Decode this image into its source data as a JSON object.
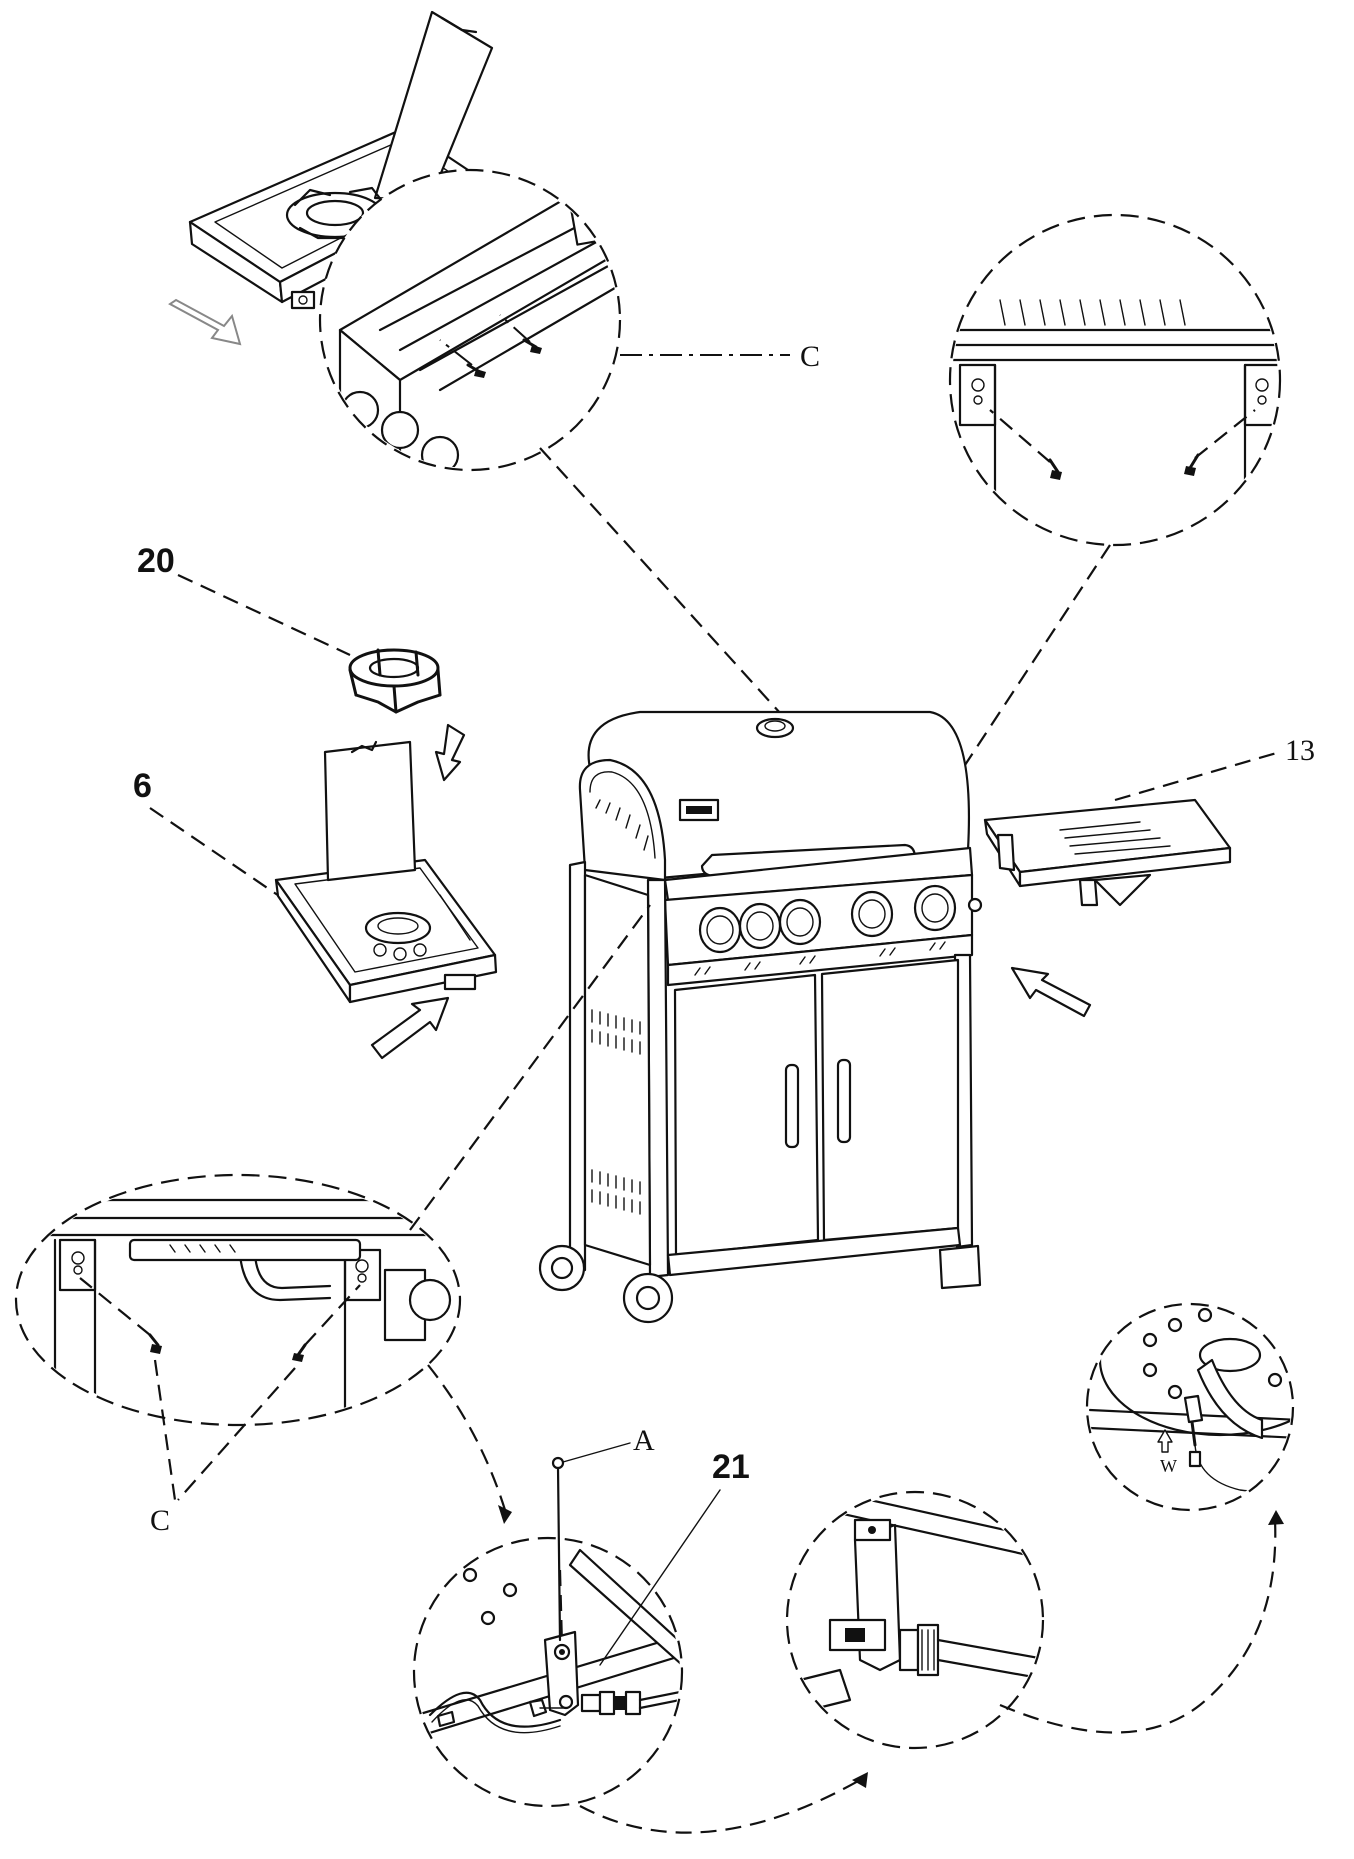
{
  "labels": {
    "part_20": "20",
    "part_6": "6",
    "part_13": "13",
    "part_21": "21",
    "callout_c_top": "C",
    "callout_c_bottom": "C",
    "callout_a": "A",
    "callout_w": "W"
  },
  "colors": {
    "line": "#111111",
    "background": "#ffffff",
    "shade": "#d6d6d6"
  }
}
